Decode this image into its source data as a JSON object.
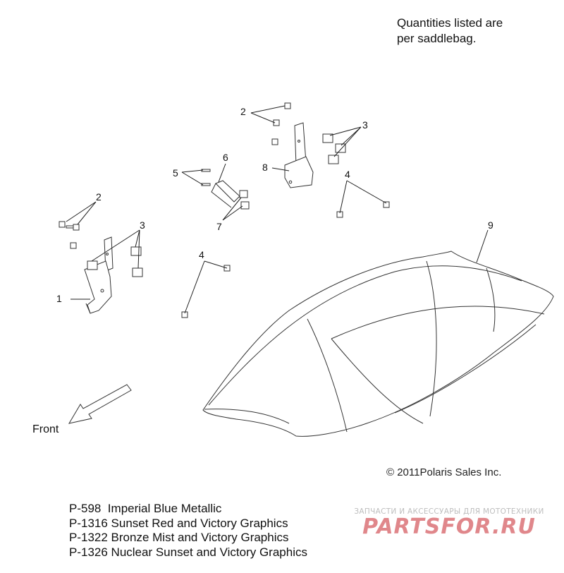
{
  "note": {
    "line1": "Quantities listed are",
    "line2": "per saddlebag."
  },
  "front_label": "Front",
  "copyright": "© 2011Polaris Sales Inc.",
  "callouts": {
    "c1": "1",
    "c2a": "2",
    "c2b": "2",
    "c3a": "3",
    "c3b": "3",
    "c4a": "4",
    "c4b": "4",
    "c5": "5",
    "c6": "6",
    "c7": "7",
    "c8": "8",
    "c9": "9"
  },
  "variants": [
    "P-598  Imperial Blue Metallic",
    "P-1316 Sunset Red and Victory Graphics",
    "P-1322 Bronze Mist and Victory Graphics",
    "P-1326 Nuclear Sunset and Victory Graphics"
  ],
  "watermark": {
    "tagline": "ЗАПЧАСТИ И АКСЕССУАРЫ ДЛЯ МОТОТЕХНИКИ",
    "logo": "PARTSFOR.RU"
  }
}
